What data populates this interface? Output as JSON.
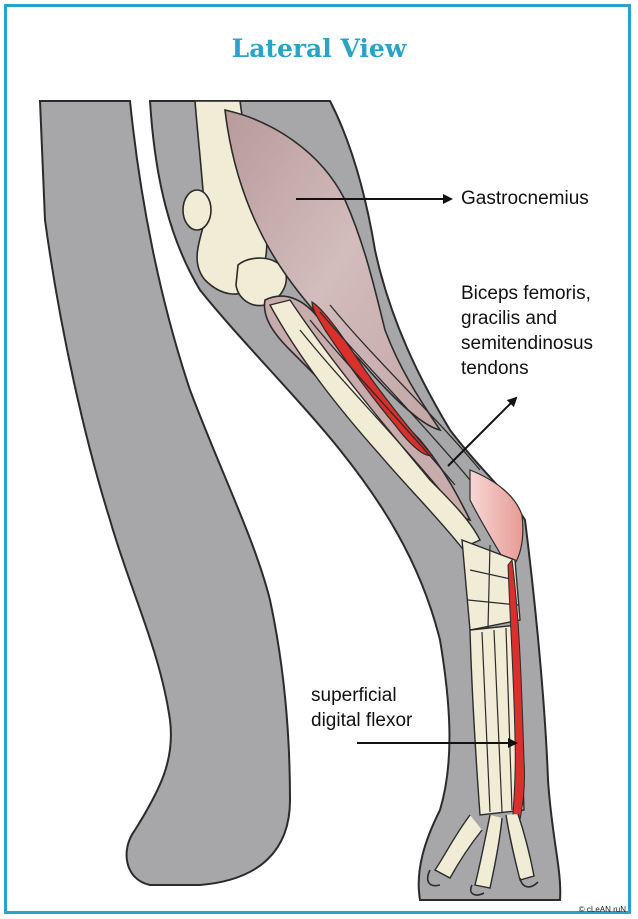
{
  "title": "Lateral View",
  "labels": {
    "gastrocnemius": "Gastrocnemius",
    "biceps_line1": "Biceps femoris,",
    "biceps_line2": "gracilis and",
    "biceps_line3": "semitendinosus",
    "biceps_line4": "tendons",
    "sdf_line1": "superficial",
    "sdf_line2": "digital flexor"
  },
  "credit": "© cLeAN ruN",
  "colors": {
    "frame": "#2aa3c9",
    "title": "#2aa3c9",
    "silhouette": "#a7a7a9",
    "muscle": "#c6a8a8",
    "tendon": "#d9302b",
    "bone": "#f1ecd6"
  }
}
